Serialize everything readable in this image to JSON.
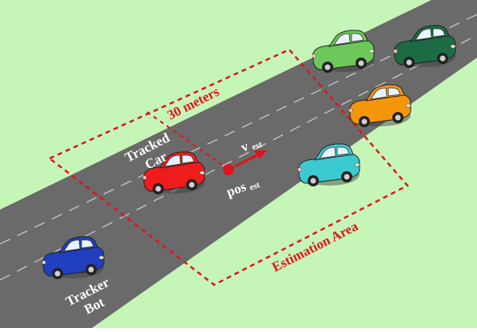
{
  "colors": {
    "grass": "#c6f5b8",
    "road": "#6a6a6a",
    "lane_marking": "#bdbdbd",
    "estimation_area": "#e0141c",
    "car_red": "#ee1c1c",
    "car_blue": "#1f3fbf",
    "car_cyan": "#3cc9cf",
    "car_orange": "#f5960a",
    "car_light_green": "#6cc85a",
    "car_dark_green": "#1d6b44"
  },
  "labels": {
    "tracked_car_line1": "Tracked",
    "tracked_car_line2": "Car",
    "tracker_bot_line1": "Tracker",
    "tracker_bot_line2": "Bot",
    "distance": "30 meters",
    "estimation_area": "Estimation Area",
    "velocity_symbol": "v",
    "velocity_subscript": "est",
    "position_symbol": "pos",
    "position_subscript": "est"
  },
  "cars": [
    {
      "role": "tracked-car",
      "color": "red"
    },
    {
      "role": "tracker-bot",
      "color": "blue"
    },
    {
      "role": "other-car",
      "color": "cyan"
    },
    {
      "role": "other-car",
      "color": "orange"
    },
    {
      "role": "other-car",
      "color": "light-green"
    },
    {
      "role": "other-car",
      "color": "dark-green"
    }
  ]
}
